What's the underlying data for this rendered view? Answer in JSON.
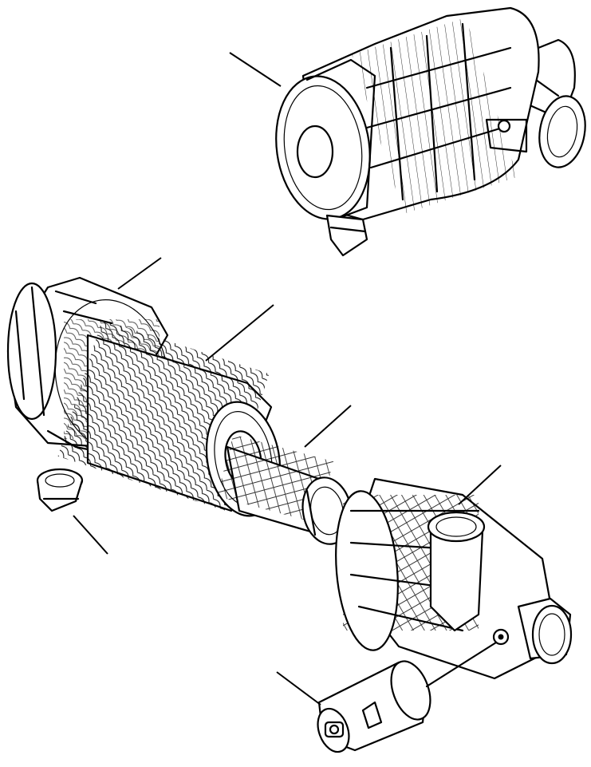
{
  "drawing": {
    "type": "exploded-parts-view",
    "parts": [
      {
        "id": "assembled-air-cleaner",
        "icon": "air-cleaner-assembly"
      },
      {
        "id": "air-cleaner-cover",
        "icon": "cover"
      },
      {
        "id": "primary-element",
        "icon": "filter-element"
      },
      {
        "id": "safety-element",
        "icon": "filter-element-inner"
      },
      {
        "id": "air-cleaner-housing",
        "icon": "housing"
      },
      {
        "id": "dust-valve",
        "icon": "valve"
      },
      {
        "id": "restriction-indicator",
        "icon": "indicator"
      }
    ],
    "line_color": "#000000",
    "background": "#ffffff"
  }
}
